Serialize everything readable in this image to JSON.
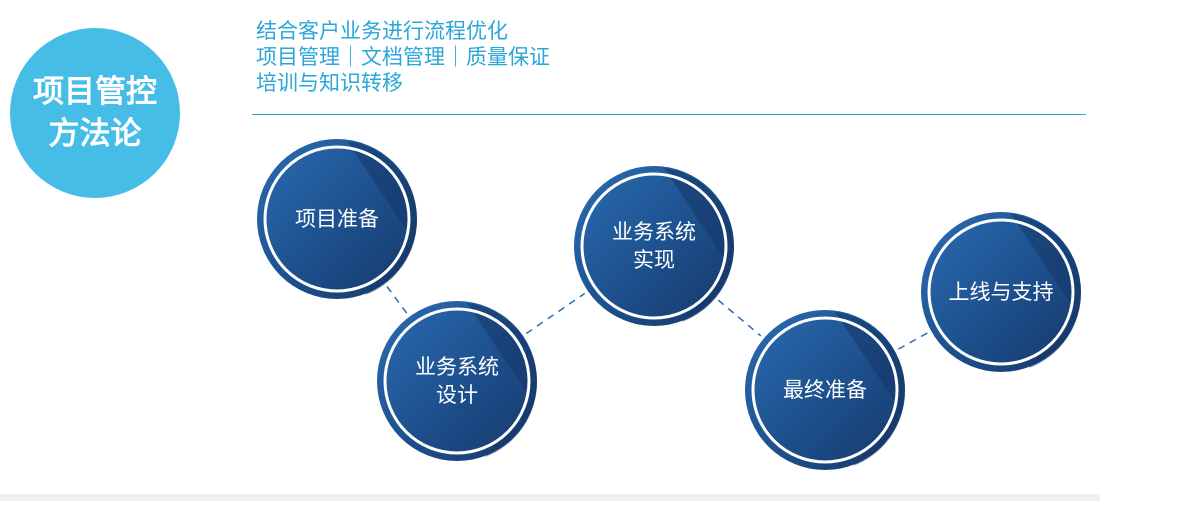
{
  "title": [
    "项目管控",
    "方法论"
  ],
  "intro_lines": [
    "结合客户业务进行流程优化",
    "项目管理｜文档管理｜质量保证",
    "培训与知识转移"
  ],
  "steps": [
    {
      "lines": [
        "项目准备"
      ]
    },
    {
      "lines": [
        "业务系统",
        "设计"
      ]
    },
    {
      "lines": [
        "业务系统",
        "实现"
      ]
    },
    {
      "lines": [
        "最终准备"
      ]
    },
    {
      "lines": [
        "上线与支持"
      ]
    }
  ],
  "colors": {
    "title_circle": "#45bde6",
    "accent_text": "#2aa6d8",
    "step_fill_dark": "#163767",
    "step_fill_mid": "#1d4f8c",
    "step_fill_light": "#2a6db3",
    "step_ring": "#ffffff",
    "connector": "#2a6db3"
  }
}
